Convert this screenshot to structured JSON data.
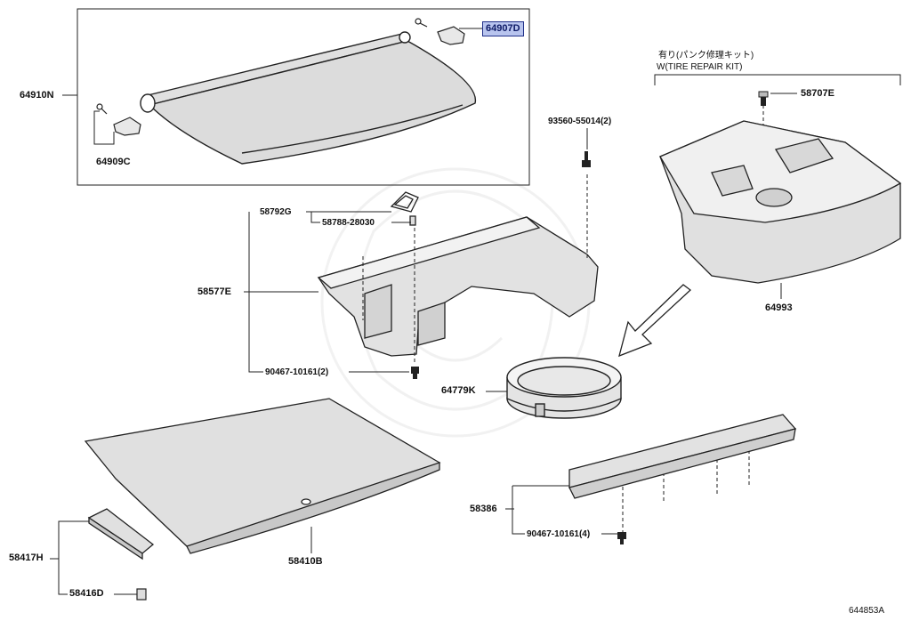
{
  "diagram": {
    "callouts": {
      "part_64907D": "64907D",
      "part_64910N": "64910N",
      "part_64909C": "64909C",
      "part_58792G": "58792G",
      "part_58788_28030": "58788-28030",
      "part_58577E": "58577E",
      "part_93560_55014": "93560-55014(2)",
      "part_90467_10161_2": "90467-10161(2)",
      "part_58707E": "58707E",
      "part_64993": "64993",
      "part_64779K": "64779K",
      "part_58386": "58386",
      "part_90467_10161_4": "90467-10161(4)",
      "part_58417H": "58417H",
      "part_58416D": "58416D",
      "part_58410B": "58410B"
    },
    "notes": {
      "tire_kit_jp": "有り(パンク修理キット)",
      "tire_kit_en": "W(TIRE REPAIR KIT)"
    },
    "reference": "644853A",
    "highlight_color": "#b8c4ee"
  }
}
